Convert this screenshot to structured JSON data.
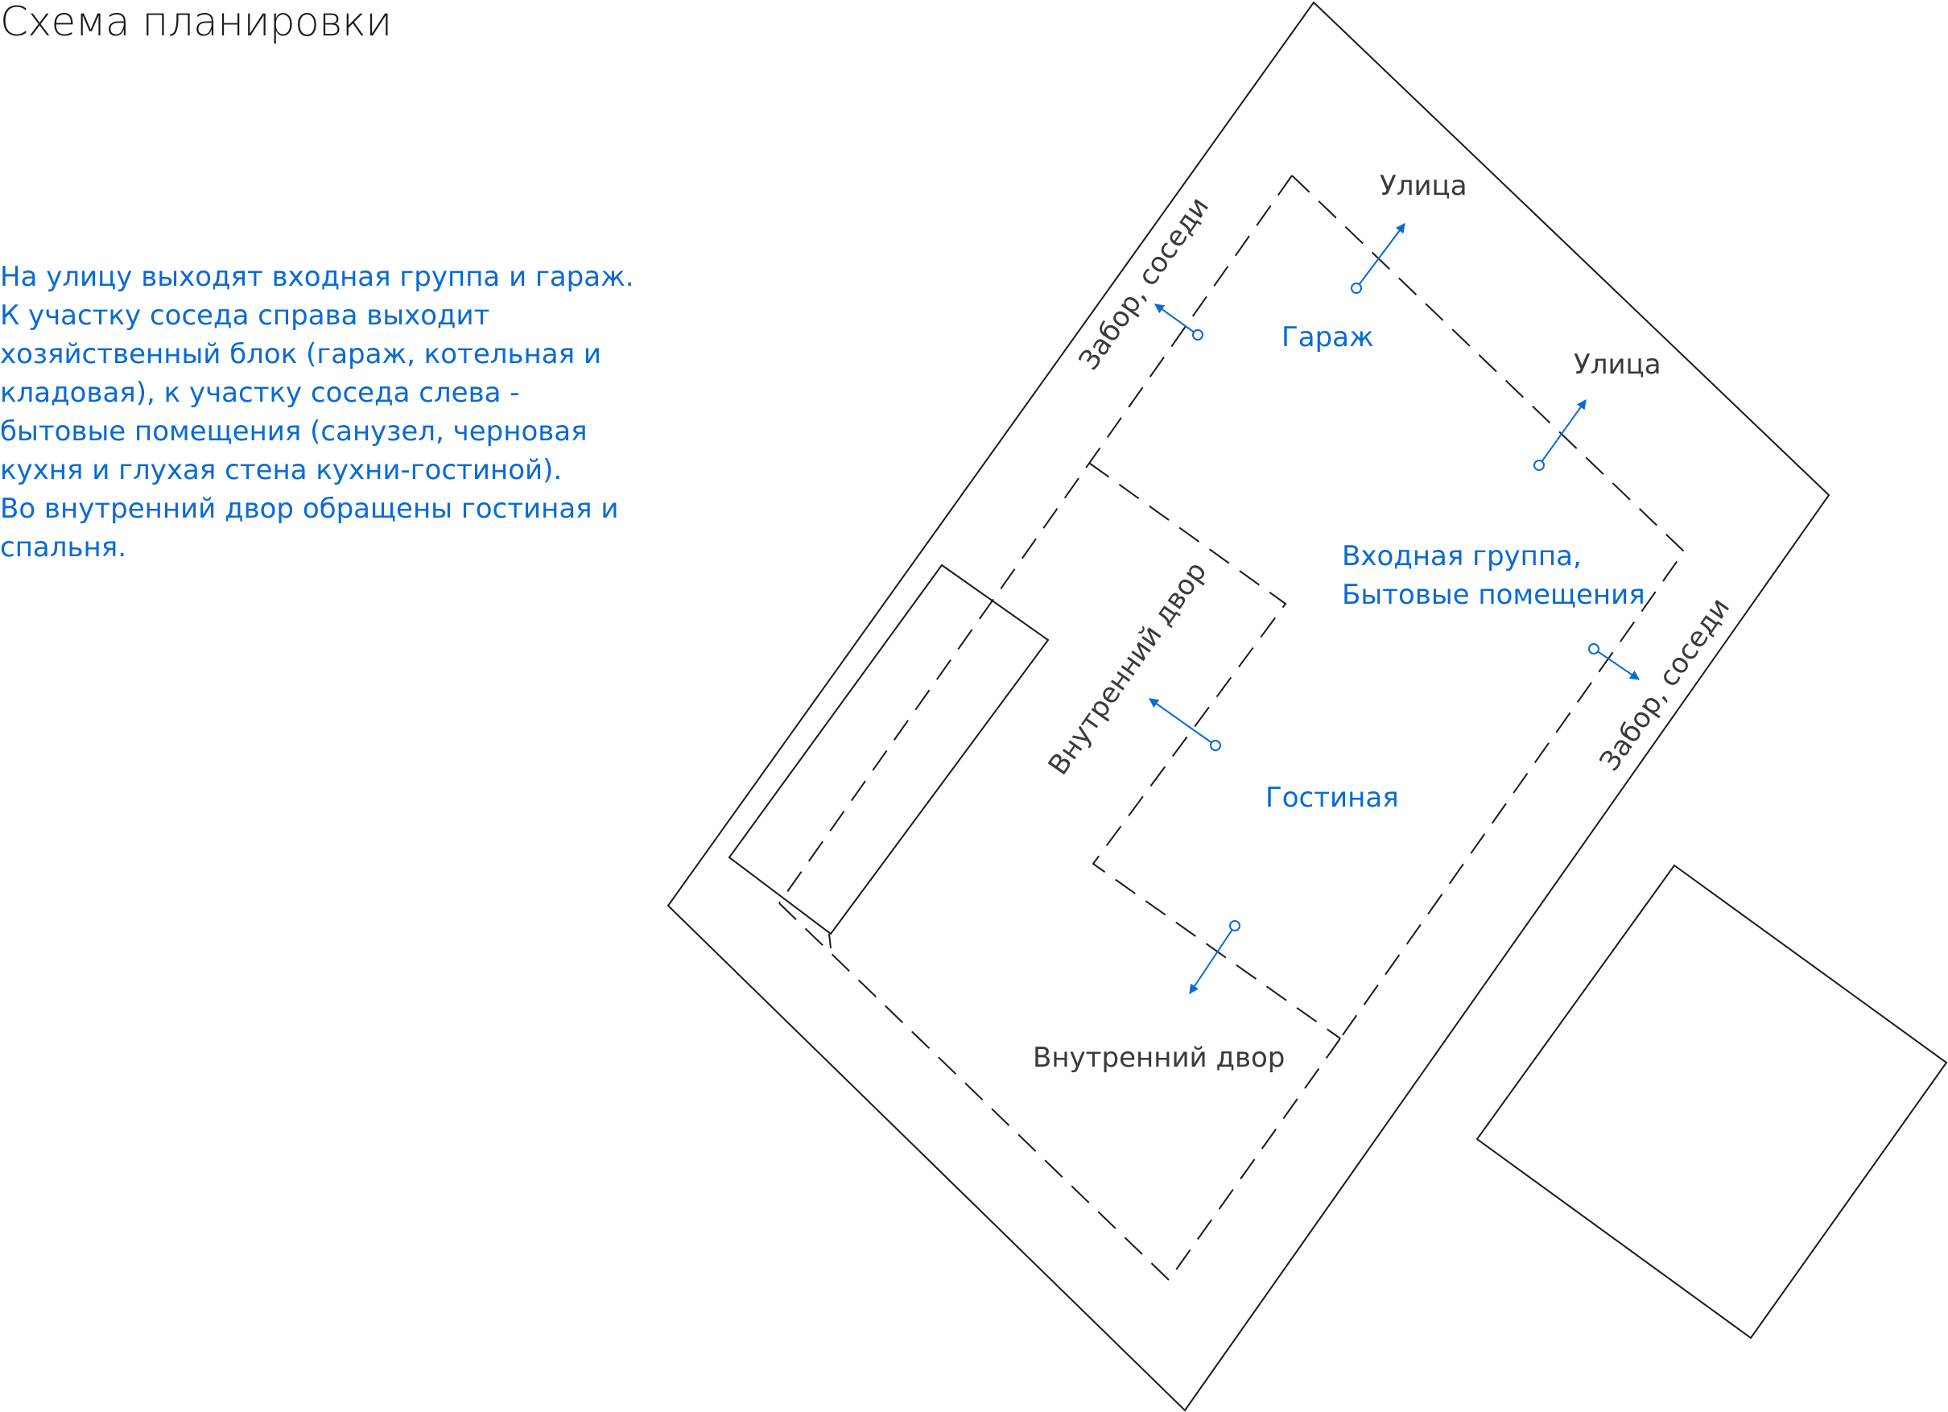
{
  "title": "Схема планировки",
  "description": [
    "На улицу выходят входная группа и гараж.",
    "К участку соседа справа выходит хозяйственный блок (гараж, котельная и кладовая), к участку соседа слева - бытовые помещения (санузел, черновая кухня и глухая стена кухни-гостиной).",
    "Во внутренний двор обращены гостиная и спальня."
  ],
  "labels": {
    "street_top": "Улица",
    "street_right": "Улица",
    "fence_left": "Забор, соседи",
    "fence_right": "Забор, соседи",
    "garage": "Гараж",
    "entry_line1": "Входная группа,",
    "entry_line2": "Бытовые помещения",
    "courtyard_vertical": "Внутренний двор",
    "living": "Гостиная",
    "courtyard_bottom": "Внутренний двор"
  },
  "colors": {
    "accent": "#0a6ad6",
    "lines": "#1a1a1a",
    "gray_text": "#3a3a3a"
  }
}
